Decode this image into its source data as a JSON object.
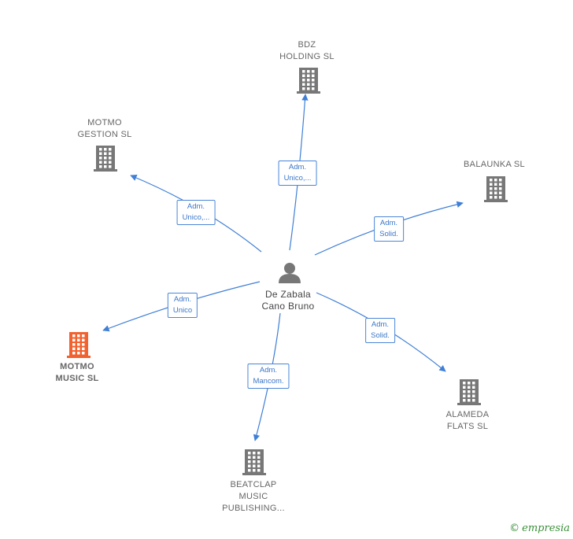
{
  "colors": {
    "edge": "#3f7fd6",
    "building": "#777777",
    "building_highlight": "#f2622e",
    "person": "#777777"
  },
  "center": {
    "name": "De Zabala\nCano Bruno",
    "icon": "person-icon"
  },
  "companies": [
    {
      "id": "bdz",
      "name": "BDZ\nHOLDING SL",
      "icon": "building-icon",
      "highlight": false
    },
    {
      "id": "motmo-gestion",
      "name": "MOTMO\nGESTION SL",
      "icon": "building-icon",
      "highlight": false
    },
    {
      "id": "balaunka",
      "name": "BALAUNKA SL",
      "icon": "building-icon",
      "highlight": false
    },
    {
      "id": "motmo-music",
      "name": "MOTMO\nMUSIC SL",
      "icon": "building-icon",
      "highlight": true
    },
    {
      "id": "alameda",
      "name": "ALAMEDA\nFLATS SL",
      "icon": "building-icon",
      "highlight": false
    },
    {
      "id": "beatclap",
      "name": "BEATCLAP\nMUSIC\nPUBLISHING...",
      "icon": "building-icon",
      "highlight": false
    }
  ],
  "relations": [
    {
      "to": "bdz",
      "label": "Adm.\nUnico,..."
    },
    {
      "to": "motmo-gestion",
      "label": "Adm.\nUnico,..."
    },
    {
      "to": "balaunka",
      "label": "Adm.\nSolid."
    },
    {
      "to": "motmo-music",
      "label": "Adm.\nUnico"
    },
    {
      "to": "alameda",
      "label": "Adm.\nSolid."
    },
    {
      "to": "beatclap",
      "label": "Adm.\nMancom."
    }
  ],
  "footer": {
    "copyright": "©",
    "brand": "empresia"
  }
}
